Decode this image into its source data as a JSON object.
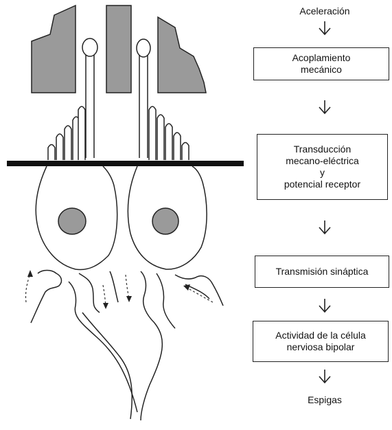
{
  "colors": {
    "gray_fill": "#9a9a9a",
    "stroke": "#222222",
    "membrane": "#111111"
  },
  "icons": [
    "down-arrow-icon"
  ],
  "flow": {
    "top_label": "Aceleración",
    "step1": [
      "Acoplamiento",
      "mecánico"
    ],
    "step2": [
      "Transducción",
      "mecano-eléctrica",
      "y",
      "potencial receptor"
    ],
    "step3": [
      "Transmisión sináptica"
    ],
    "step4": [
      "Actividad de la célula",
      "nerviosa bipolar"
    ],
    "bottom_label": "Espigas"
  }
}
